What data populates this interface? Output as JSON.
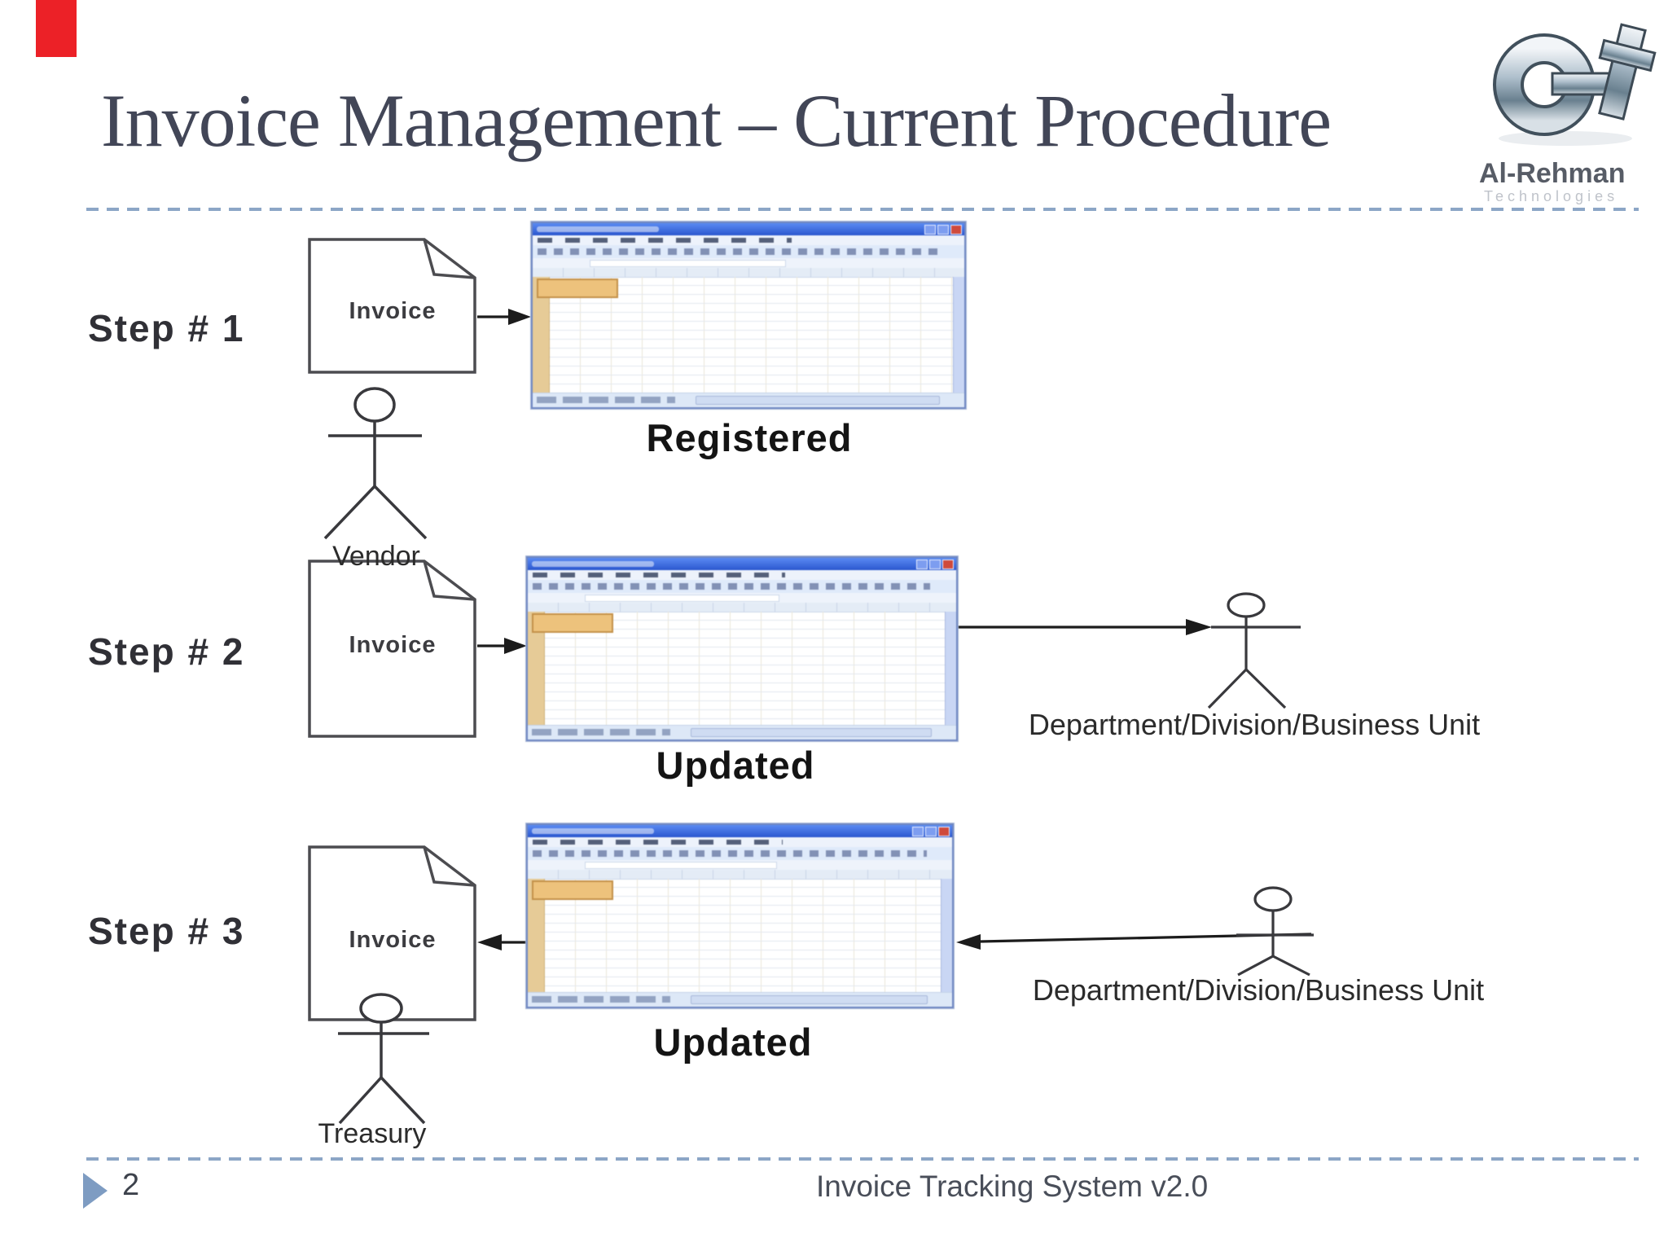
{
  "slide": {
    "title": "Invoice Management – Current Procedure",
    "page_number": "2",
    "footer_text": "Invoice Tracking System v2.0"
  },
  "logo": {
    "name": "Al-Rehman",
    "tagline": "Technologies"
  },
  "annotation": {
    "marker_color": "#ec2127"
  },
  "diagram": {
    "steps": [
      {
        "label": "Step # 1",
        "document": "Invoice",
        "spreadsheet_caption": "Registered",
        "actor_below": "Vendor"
      },
      {
        "label": "Step # 2",
        "document": "Invoice",
        "spreadsheet_caption": "Updated",
        "actor_right": "Department/Division/Business Unit"
      },
      {
        "label": "Step # 3",
        "document": "Invoice",
        "spreadsheet_caption": "Updated",
        "actor_below": "Treasury",
        "actor_right": "Department/Division/Business Unit"
      }
    ]
  },
  "colors": {
    "title_text": "#424657",
    "divider_dash": "#8ca6c6",
    "footer_triangle": "#7e9cc2",
    "excel_titlebar": "#2b57cf",
    "diagram_stroke": "#39393d"
  }
}
